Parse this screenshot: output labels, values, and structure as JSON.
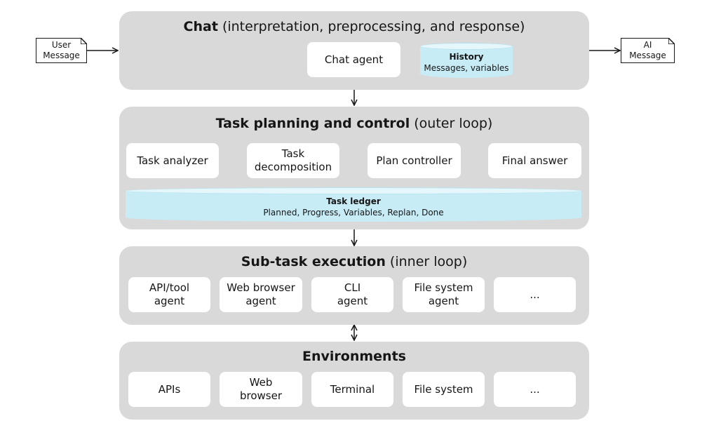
{
  "inputs": {
    "user_message": "User\nMessage",
    "ai_message": "AI\nMessage"
  },
  "chat": {
    "title_bold": "Chat",
    "title_rest": " (interpretation, preprocessing, and response)",
    "agent": "Chat agent",
    "history_title": "History",
    "history_sub": "Messages, variables"
  },
  "planning": {
    "title_bold": "Task planning and control",
    "title_rest": " (outer loop)",
    "steps": [
      "Task analyzer",
      "Task\ndecomposition",
      "Plan controller",
      "Final answer"
    ],
    "ledger_title": "Task ledger",
    "ledger_sub": "Planned, Progress, Variables, Replan, Done"
  },
  "subtask": {
    "title_bold": "Sub-task execution",
    "title_rest": " (inner loop)",
    "agents": [
      "API/tool\nagent",
      "Web browser\nagent",
      "CLI\nagent",
      "File system\nagent",
      "..."
    ]
  },
  "environments": {
    "title_bold": "Environments",
    "items": [
      "APIs",
      "Web\nbrowser",
      "Terminal",
      "File system",
      "..."
    ]
  }
}
